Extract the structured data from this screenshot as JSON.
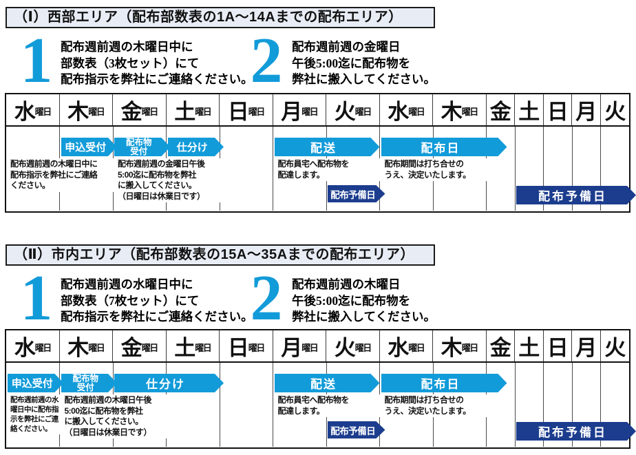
{
  "colors": {
    "accent": "#129bd9",
    "navy": "#1c3d8e",
    "title_bg": "#e8edf5",
    "border": "#1a1a1a"
  },
  "sections": [
    {
      "title": "（Ⅰ）西部エリア（配布部数表の1A～14Aまでの配布エリア）",
      "steps": [
        {
          "number": "1",
          "lines": [
            "配布週前週の木曜日中に",
            "部数表（3枚セット）にて",
            "配布指示を弊社にご連絡ください。"
          ]
        },
        {
          "number": "2",
          "lines": [
            "配布週前週の金曜日",
            "午後5:00迄に配布物を",
            "弊社に搬入してください。"
          ]
        }
      ],
      "days": [
        {
          "d": "水",
          "s": "曜日"
        },
        {
          "d": "木",
          "s": "曜日"
        },
        {
          "d": "金",
          "s": "曜日"
        },
        {
          "d": "土",
          "s": "曜日"
        },
        {
          "d": "日",
          "s": "曜日"
        },
        {
          "d": "月",
          "s": "曜日"
        },
        {
          "d": "火",
          "s": "曜日"
        },
        {
          "d": "水",
          "s": "曜日"
        },
        {
          "d": "木",
          "s": "曜日"
        },
        {
          "d": "金",
          "s": ""
        },
        {
          "d": "土",
          "s": ""
        },
        {
          "d": "日",
          "s": ""
        },
        {
          "d": "月",
          "s": ""
        },
        {
          "d": "火",
          "s": ""
        }
      ],
      "arrows": [
        {
          "label": "申込受付",
          "col": 1,
          "span": 1,
          "style": "light",
          "row": "top",
          "extend": 6
        },
        {
          "label": "配布物\n受付",
          "col": 2,
          "span": 1,
          "style": "light",
          "row": "top",
          "extend": 6
        },
        {
          "label": "仕分け",
          "col": 3,
          "span": 1,
          "style": "light",
          "row": "top",
          "extend": 6
        },
        {
          "label": "配送",
          "col": 5,
          "span": 2,
          "style": "light",
          "row": "top",
          "extend": 0
        },
        {
          "label": "配布日",
          "col": 7,
          "span": 2,
          "style": "light",
          "row": "top",
          "extend": 30
        },
        {
          "label": "配布予備日",
          "col": 6,
          "span": 1,
          "style": "navy",
          "row": "bottom",
          "extend": 8
        },
        {
          "label": "配布予備日",
          "col": 10,
          "span": 4,
          "style": "navy",
          "row": "bottom",
          "extend": 10
        }
      ],
      "notes": [
        {
          "text": "配布週前週の木曜日中に\n配布指示を弊社にご連絡\nください。",
          "col": 0,
          "span": 2
        },
        {
          "text": "配布週前週の金曜日午後\n5:00迄に配布物を弊社\nに搬入してください。\n（日曜日は休業日です）",
          "col": 2,
          "span": 2
        },
        {
          "text": "配布員宅へ配布物を\n配達します。",
          "col": 5,
          "span": 2
        },
        {
          "text": "配布期間は打ち合せの\nうえ、決定いたします。",
          "col": 7,
          "span": 2
        }
      ]
    },
    {
      "title": "（Ⅱ）市内エリア（配布部数表の15A～35Aまでの配布エリア）",
      "steps": [
        {
          "number": "1",
          "lines": [
            "配布週前週の水曜日中に",
            "部数表（7枚セット）にて",
            "配布指示を弊社にご連絡ください。"
          ]
        },
        {
          "number": "2",
          "lines": [
            "配布週前週の木曜日",
            "午後5:00迄に配布物を",
            "弊社に搬入してください。"
          ]
        }
      ],
      "days": [
        {
          "d": "水",
          "s": "曜日"
        },
        {
          "d": "木",
          "s": "曜日"
        },
        {
          "d": "金",
          "s": "曜日"
        },
        {
          "d": "土",
          "s": "曜日"
        },
        {
          "d": "日",
          "s": "曜日"
        },
        {
          "d": "月",
          "s": "曜日"
        },
        {
          "d": "火",
          "s": "曜日"
        },
        {
          "d": "水",
          "s": "曜日"
        },
        {
          "d": "木",
          "s": "曜日"
        },
        {
          "d": "金",
          "s": ""
        },
        {
          "d": "土",
          "s": ""
        },
        {
          "d": "日",
          "s": ""
        },
        {
          "d": "月",
          "s": ""
        },
        {
          "d": "火",
          "s": ""
        }
      ],
      "arrows": [
        {
          "label": "申込受付",
          "col": 0,
          "span": 1,
          "style": "light",
          "row": "top",
          "extend": 6
        },
        {
          "label": "配布物\n受付",
          "col": 1,
          "span": 1,
          "style": "light",
          "row": "top",
          "extend": 6
        },
        {
          "label": "仕分け",
          "col": 2,
          "span": 2,
          "style": "light",
          "row": "top",
          "extend": 6
        },
        {
          "label": "配送",
          "col": 5,
          "span": 2,
          "style": "light",
          "row": "top",
          "extend": 0
        },
        {
          "label": "配布日",
          "col": 7,
          "span": 2,
          "style": "light",
          "row": "top",
          "extend": 30
        },
        {
          "label": "配布予備日",
          "col": 6,
          "span": 1,
          "style": "navy",
          "row": "bottom",
          "extend": 8
        },
        {
          "label": "配布予備日",
          "col": 10,
          "span": 4,
          "style": "navy",
          "row": "bottom",
          "extend": 10
        }
      ],
      "notes": [
        {
          "text": "配布週前週の水\n曜日中に配布指\n示を弊社にご連\n絡ください。",
          "col": 0,
          "span": 1
        },
        {
          "text": "配布週前週の木曜日午後\n5:00迄に配布物を弊社\nに搬入してください。\n（日曜日は休業日です）",
          "col": 1,
          "span": 3
        },
        {
          "text": "配布員宅へ配布物を\n配達します。",
          "col": 5,
          "span": 2
        },
        {
          "text": "配布期間は打ち合せの\nうえ、決定いたします。",
          "col": 7,
          "span": 2
        }
      ]
    }
  ]
}
